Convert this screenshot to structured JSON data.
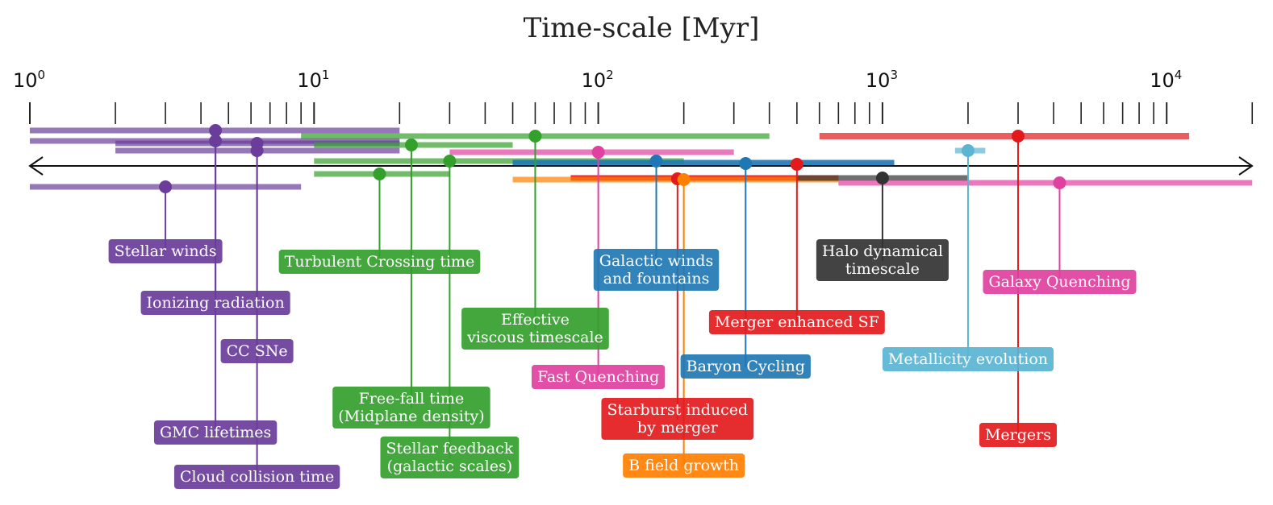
{
  "title": "Time-scale [Myr]",
  "axis": {
    "scale": "log",
    "range": [
      1,
      20000
    ],
    "major_ticks": [
      {
        "value": 1,
        "base": "10",
        "exp": "0"
      },
      {
        "value": 10,
        "base": "10",
        "exp": "1"
      },
      {
        "value": 100,
        "base": "10",
        "exp": "2"
      },
      {
        "value": 1000,
        "base": "10",
        "exp": "3"
      },
      {
        "value": 10000,
        "base": "10",
        "exp": "4"
      }
    ],
    "arrow": "double-headed"
  },
  "colors": {
    "purple": "#6a3d9a",
    "green": "#33a02c",
    "pink": "#e040a0",
    "blue": "#1f78b4",
    "red": "#e31a1c",
    "orange": "#ff7f00",
    "black": "#333333",
    "lightblue": "#5ab4d2"
  },
  "chart_data": {
    "type": "range-timeline",
    "processes": [
      {
        "label": [
          "Stellar winds"
        ],
        "color": "purple",
        "min": 1,
        "max": 9,
        "value": 3
      },
      {
        "label": [
          "Ionizing radiation"
        ],
        "color": "purple",
        "min": 1,
        "max": 20,
        "value": 4.5
      },
      {
        "label": [
          "CC SNe"
        ],
        "color": "purple",
        "min": 2,
        "max": 20,
        "value": 6.3
      },
      {
        "label": [
          "GMC lifetimes"
        ],
        "color": "purple",
        "min": 1,
        "max": 20,
        "value": 4.5
      },
      {
        "label": [
          "Cloud collision time"
        ],
        "color": "purple",
        "min": 2,
        "max": 20,
        "value": 6.3
      },
      {
        "label": [
          "Turbulent Crossing time"
        ],
        "color": "green",
        "min": 10,
        "max": 30,
        "value": 17
      },
      {
        "label": [
          "Free-fall time",
          "(Midplane density)"
        ],
        "color": "green",
        "min": 10,
        "max": 50,
        "value": 22
      },
      {
        "label": [
          "Stellar feedback",
          "(galactic scales)"
        ],
        "color": "green",
        "min": 10,
        "max": 200,
        "value": 30
      },
      {
        "label": [
          "Effective",
          "viscous timescale"
        ],
        "color": "green",
        "min": 9,
        "max": 400,
        "value": 60
      },
      {
        "label": [
          "Fast Quenching"
        ],
        "color": "pink",
        "min": 30,
        "max": 300,
        "value": 100
      },
      {
        "label": [
          "Galactic winds",
          "and fountains"
        ],
        "color": "blue",
        "min": 50,
        "max": 1100,
        "value": 160
      },
      {
        "label": [
          "Baryon Cycling"
        ],
        "color": "blue",
        "min": 50,
        "max": 1100,
        "value": 330
      },
      {
        "label": [
          "Merger enhanced SF"
        ],
        "color": "red",
        "min": 80,
        "max": 700,
        "value": 500
      },
      {
        "label": [
          "Starburst induced",
          "by merger"
        ],
        "color": "red",
        "min": 80,
        "max": 500,
        "value": 190
      },
      {
        "label": [
          "B field growth"
        ],
        "color": "orange",
        "min": 50,
        "max": 700,
        "value": 200
      },
      {
        "label": [
          "Halo dynamical",
          "timescale"
        ],
        "color": "black",
        "min": 500,
        "max": 2000,
        "value": 1000
      },
      {
        "label": [
          "Galaxy Quenching"
        ],
        "color": "pink",
        "min": 700,
        "max": 20000,
        "value": 4200
      },
      {
        "label": [
          "Metallicity evolution"
        ],
        "color": "lightblue",
        "min": 1800,
        "max": 2300,
        "value": 2000
      },
      {
        "label": [
          "Mergers"
        ],
        "color": "red",
        "min": 600,
        "max": 12000,
        "value": 3000
      }
    ]
  }
}
